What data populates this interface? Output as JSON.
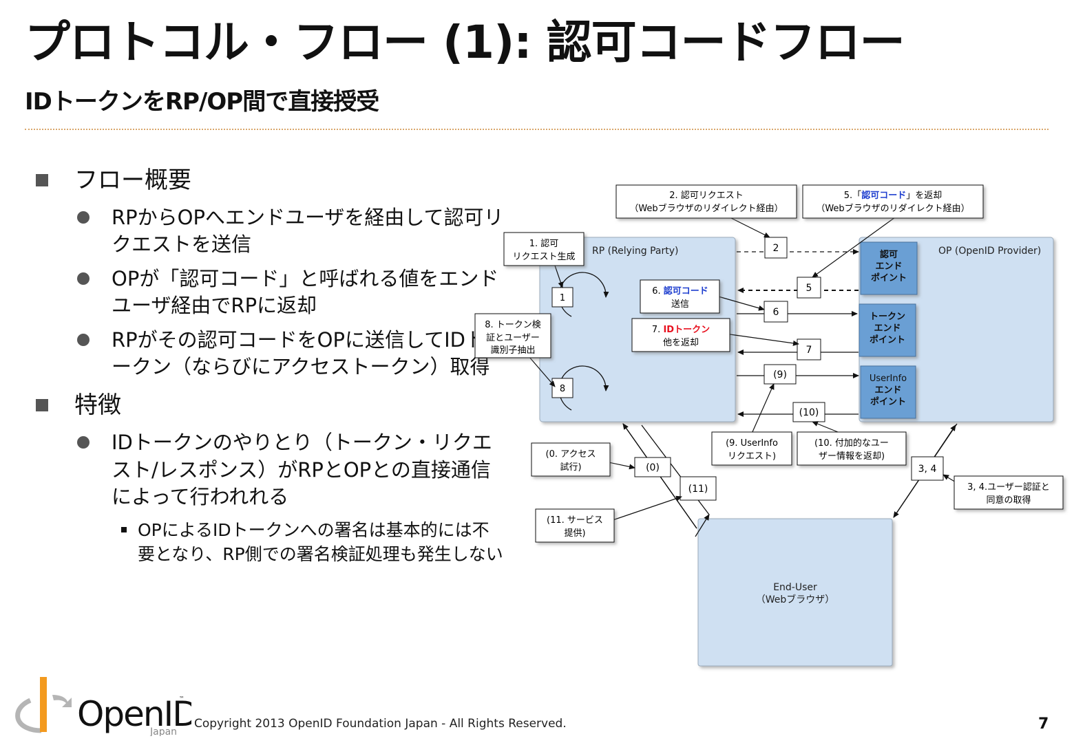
{
  "slide": {
    "title": "プロトコル・フロー (1): 認可コードフロー",
    "subtitle": "IDトークンをRP/OP間で直接授受",
    "page_number": "7",
    "copyright": "Copyright  2013  OpenID Foundation Japan - All Rights Reserved."
  },
  "bullets": {
    "s1": "フロー概要",
    "s1_items": [
      "RPからOPへエンドユーザを経由して認可リクエストを送信",
      "OPが「認可コード」と呼ばれる値をエンドユーザ経由でRPに返却",
      "RPがその認可コードをOPに送信してIDトークン（ならびにアクセストークン）取得"
    ],
    "s2": "特徴",
    "s2_item": "IDトークンのやりとり（トークン・リクエスト/レスポンス）がRPとOPとの直接通信によって行われれる",
    "s2_sub": "OPによるIDトークンへの署名は基本的には不要となり、RP側での署名検証処理も発生しない"
  },
  "logo": {
    "text": "OpenID",
    "tm": "™",
    "sub": "Japan"
  },
  "diagram": {
    "rp_label": "RP (Relying Party)",
    "op_label": "OP (OpenID Provider)",
    "enduser_l1": "End-User",
    "enduser_l2": "（Webブラウザ）",
    "ep_authz": [
      "認可",
      "エンド",
      "ポイント"
    ],
    "ep_token": [
      "トークン",
      "エンド",
      "ポイント"
    ],
    "ep_userinfo": [
      "UserInfo",
      "エンド",
      "ポイント"
    ],
    "steps": {
      "s0": "(0)",
      "s1": "1",
      "s2": "2",
      "s34": "3, 4",
      "s5": "5",
      "s6": "6",
      "s7": "7",
      "s8": "8",
      "s9": "(9)",
      "s10": "(10)",
      "s11": "(11)"
    },
    "callouts": {
      "c1": [
        "1. 認可",
        "リクエスト生成"
      ],
      "c2": [
        "2. 認可リクエスト",
        "（Webブラウザのリダイレクト経由）"
      ],
      "c5_pre": "5.「",
      "c5_hl": "認可コード",
      "c5_post": "」を返却",
      "c5_l2": "（Webブラウザのリダイレクト経由）",
      "c6_pre": "6. ",
      "c6_hl": "認可コード",
      "c6_l2": "送信",
      "c7_pre": "7. ",
      "c7_hl": "IDトークン",
      "c7_l2": "他を返却",
      "c8": [
        "8. トークン検",
        "証とユーザー",
        "識別子抽出"
      ],
      "c9": [
        "(9. UserInfo",
        "リクエスト)"
      ],
      "c10": [
        "(10. 付加的なユー",
        "ザー情報を返却)"
      ],
      "c0": [
        "(0. アクセス",
        "試行)"
      ],
      "c11": [
        "(11. サービス",
        "提供)"
      ],
      "c34": [
        "3, 4.ユーザー認証と",
        "同意の取得"
      ]
    },
    "colors": {
      "box_fill": "#cfe0f2",
      "endpoint_fill": "#6a9fd4",
      "blue_text": "#1f3fcf",
      "red_text": "#e8101e"
    }
  }
}
